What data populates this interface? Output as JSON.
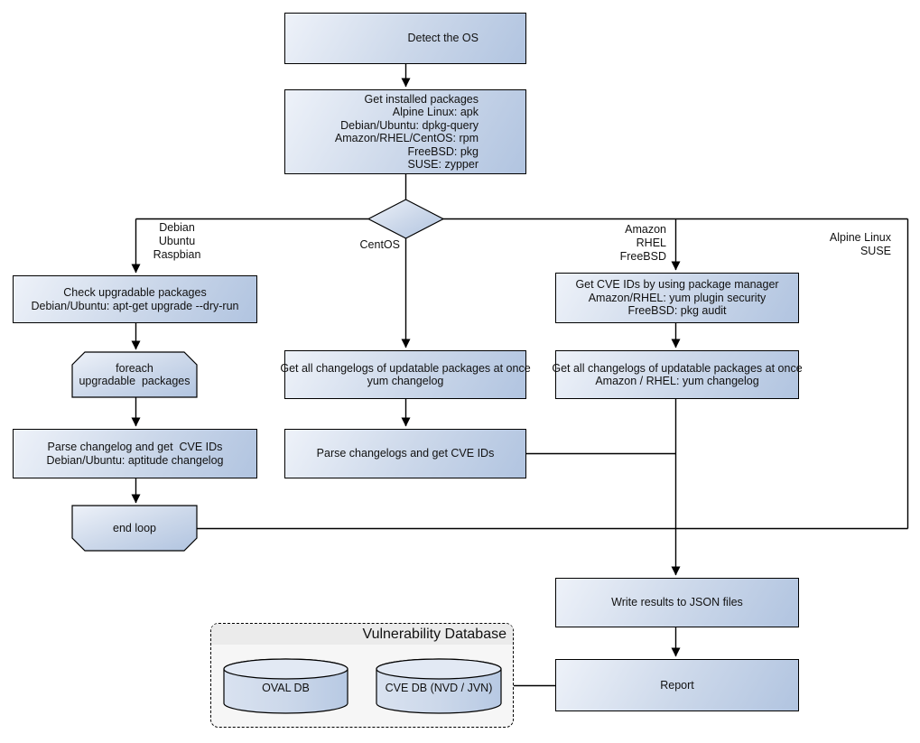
{
  "colors": {
    "node_gradient_start": "#eef2f9",
    "node_gradient_end": "#b1c4e0",
    "connector_line": "#000000",
    "db_container_bg": "#f6f6f6",
    "db_header_bg": "#ebebeb",
    "text": "#111111"
  },
  "nodes": {
    "detect_os": "Detect the OS",
    "get_installed_packages": "Get installed packages\nAlpine Linux: apk\nDebian/Ubuntu: dpkg-query\nAmazon/RHEL/CentOS: rpm\nFreeBSD: pkg\nSUSE: zypper",
    "check_upgradable": "Check upgradable packages\nDebian/Ubuntu: apt-get upgrade --dry-run",
    "foreach_loop": "foreach\nupgradable  packages",
    "parse_changelog_debian": "Parse changelog and get  CVE IDs\nDebian/Ubuntu: aptitude changelog",
    "end_loop": "end loop",
    "get_changelogs_centos": "Get all changelogs of updatable packages at once\nyum changelog",
    "parse_changelogs_centos": "Parse changelogs and get CVE IDs",
    "get_cve_ids_package_manager": "Get CVE IDs by using package manager\nAmazon/RHEL: yum plugin security\nFreeBSD: pkg audit",
    "get_changelogs_amazon_rhel": "Get all changelogs of updatable packages at once\nAmazon / RHEL: yum changelog",
    "write_results": "Write results to JSON files",
    "report": "Report"
  },
  "branch_labels": {
    "debian": "Debian\nUbuntu\nRaspbian",
    "centos": "CentOS",
    "amazon_rhel_freebsd": "Amazon\nRHEL\nFreeBSD",
    "alpine_suse": "Alpine Linux\nSUSE"
  },
  "database": {
    "title": "Vulnerability Database",
    "cylinders": [
      {
        "label": "OVAL DB"
      },
      {
        "label": "CVE DB (NVD / JVN)"
      }
    ]
  }
}
